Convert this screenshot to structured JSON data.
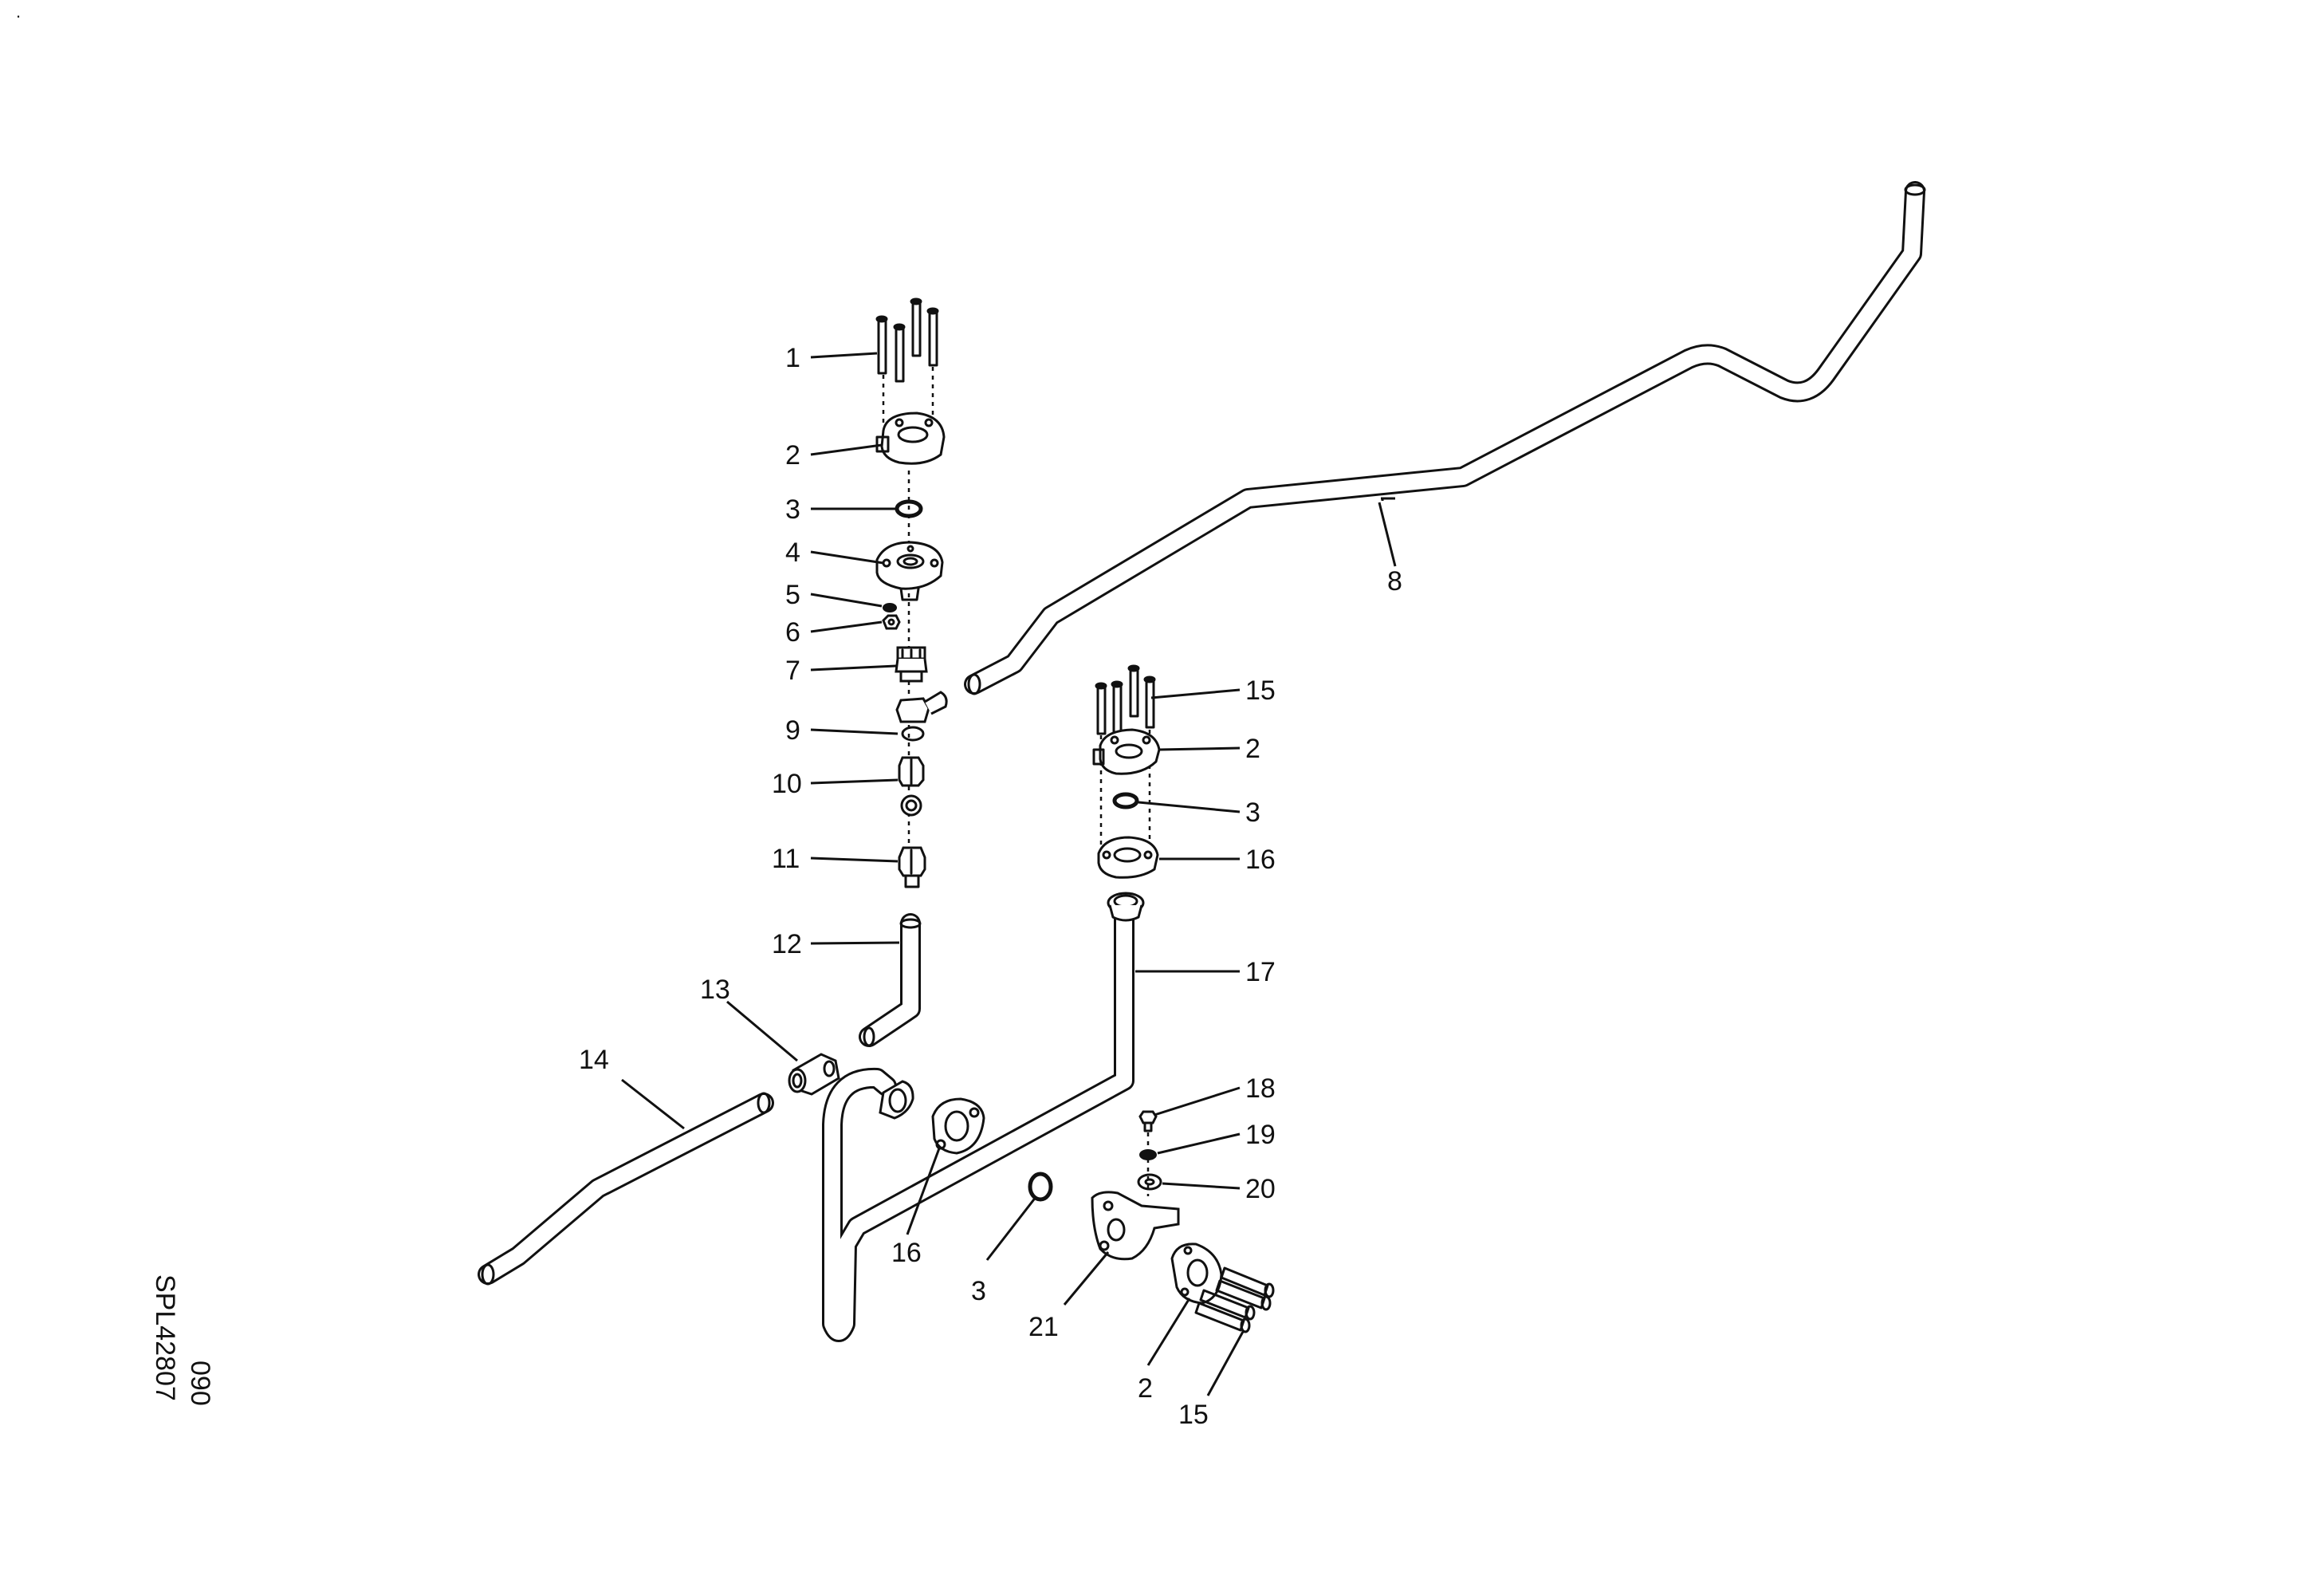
{
  "diagram": {
    "callouts": {
      "c1": "1",
      "c2a": "2",
      "c3a": "3",
      "c4": "4",
      "c5": "5",
      "c6": "6",
      "c7": "7",
      "c8": "8",
      "c9": "9",
      "c10": "10",
      "c11": "11",
      "c12": "12",
      "c13": "13",
      "c14": "14",
      "c15a": "15",
      "c2b": "2",
      "c3b": "3",
      "c16a": "16",
      "c17": "17",
      "c18": "18",
      "c19": "19",
      "c20": "20",
      "c16b": "16",
      "c3c": "3",
      "c21": "21",
      "c2c": "2",
      "c15b": "15"
    },
    "drawing_code": {
      "line1": "SPL42807",
      "line2": "090"
    },
    "corner_mark": "."
  }
}
